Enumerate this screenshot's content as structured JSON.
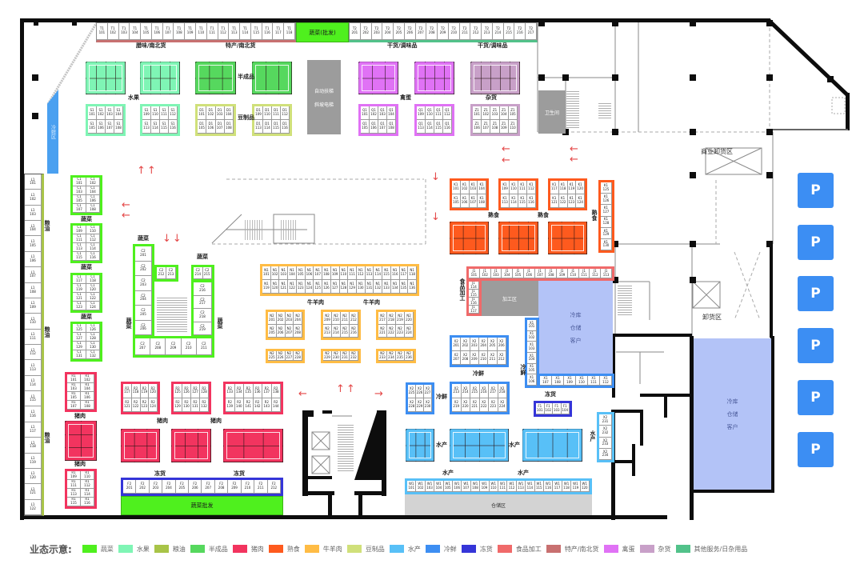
{
  "legend": {
    "title": "业态示意:",
    "items": [
      {
        "key": "veg",
        "label": "蔬菜",
        "color": "#4ff01e"
      },
      {
        "key": "fruit",
        "label": "水果",
        "color": "#7ff5b5"
      },
      {
        "key": "grain",
        "label": "粮油",
        "color": "#a8c448"
      },
      {
        "key": "semi",
        "label": "半成品",
        "color": "#56d85e"
      },
      {
        "key": "pork",
        "label": "猪肉",
        "color": "#f2345f"
      },
      {
        "key": "deli",
        "label": "熟食",
        "color": "#fe5a1e"
      },
      {
        "key": "beef",
        "label": "牛羊肉",
        "color": "#ffbc45"
      },
      {
        "key": "tofu",
        "label": "豆制品",
        "color": "#d0e07a"
      },
      {
        "key": "aquatic",
        "label": "水产",
        "color": "#58c0f7"
      },
      {
        "key": "chilled",
        "label": "冷鲜",
        "color": "#3d8ef2"
      },
      {
        "key": "frozen",
        "label": "冻货",
        "color": "#3535d8"
      },
      {
        "key": "processing",
        "label": "食品加工",
        "color": "#f06a6a"
      },
      {
        "key": "specialty",
        "label": "特产/南北货",
        "color": "#c87070"
      },
      {
        "key": "egg",
        "label": "禽蛋",
        "color": "#e072f5"
      },
      {
        "key": "grocery",
        "label": "杂货",
        "color": "#c8a0c8"
      },
      {
        "key": "other",
        "label": "其他服务/日杂用品",
        "color": "#52c28a"
      }
    ]
  },
  "plan_colors": {
    "cold_storage": "#b3c3f7",
    "facility": "#9c9c9c",
    "storage": "#d3d3d3",
    "arrow": "#e44848",
    "chilled_bar": "#4aa0f0"
  },
  "parking": {
    "label": "P",
    "color": "#3c8ef3"
  },
  "icons": {
    "arrow_left": "←",
    "arrow_right": "→",
    "arrow_down": "↓",
    "arrow_up_double": "↑↑",
    "arrow_down_double": "↓↓"
  },
  "labels": {
    "top_left_a": "腊味/南北货",
    "top_left_b": "特产/南北货",
    "top_right_a": "干货/调味品",
    "top_right_b": "干货/调味品",
    "veg_top": "蔬菜(批发)",
    "escalator": [
      "自动扶梯",
      "斜坡电梯"
    ],
    "semi": "半成品",
    "fruit": "水果",
    "tofu": "豆制品",
    "egg": "禽蛋",
    "grocery": "杂货",
    "toilet": "卫生间",
    "unloading": "商业卸货区",
    "unloading_2": "卸货区",
    "grain": "粮油",
    "chilled_bar": "冷鲜区",
    "veg": "蔬菜",
    "beef": "牛羊肉",
    "deli": "熟食",
    "processing": "食品加工",
    "processing_area": "加工区",
    "cold_storage": [
      "冷库",
      "仓储",
      "客户"
    ],
    "chilled": "冷鲜",
    "frozen": "冻货",
    "aquatic": "水产",
    "aquatic_storage": "仓储区",
    "pork": "猪肉",
    "veg_wholesale": "蔬菜批发"
  },
  "blocks": {
    "top_left": {
      "cat": "specialty",
      "prefix": "T1",
      "codes": "101 102 103 104 105 106 107 108 109 110 111 112 113 114 115 116 117 118"
    },
    "top_right": {
      "cat": "other",
      "prefix": "T2",
      "codes": "201 202 203 204 205 206 207 208 209 210 211 212 213 214 215 216 217"
    },
    "fruit_1": {
      "cat": "fruit",
      "prefix": "S1",
      "codes": "101 102 103 104 105 106 107 108"
    },
    "fruit_2": {
      "cat": "fruit",
      "prefix": "S1",
      "codes": "109 110 111 112 113 114 115 116"
    },
    "tofu_1": {
      "cat": "tofu",
      "prefix": "D1",
      "codes": "101 102 103 104 105 106 107 108"
    },
    "tofu_2": {
      "cat": "tofu",
      "prefix": "D1",
      "codes": "109 110 111 112 113 114 115 116"
    },
    "egg_1": {
      "cat": "egg",
      "prefix": "Q1",
      "codes": "101 102 103 104 105 106 107 108"
    },
    "egg_2": {
      "cat": "egg",
      "prefix": "Q1",
      "codes": "109 110 111 112 113 114 115 116"
    },
    "grocery_1": {
      "cat": "grocery",
      "prefix": "Z1",
      "codes": "101 102 103 104 105 106 107 108 109 110"
    },
    "grain_col": {
      "cat": "grain",
      "prefix": "L1",
      "codes": "101 102 103 104 105 106 107 108 109 110 111 112 113 114 115 116 117 118 119 120 121 122"
    },
    "veg_1": {
      "cat": "veg",
      "prefix": "C1",
      "codes": "101 102 103 104 105 106 107 108"
    },
    "veg_2": {
      "cat": "veg",
      "prefix": "C1",
      "codes": "109 110 111 112 113 114 115 116"
    },
    "veg_3": {
      "cat": "veg",
      "prefix": "C1",
      "codes": "117 118 119 120 121 122 123 124"
    },
    "veg_4": {
      "cat": "veg",
      "prefix": "C1",
      "codes": "125 126 127 128 129 130 131 132"
    },
    "veg_u_left": {
      "cat": "veg",
      "prefix": "C2",
      "codes": "201 202 203 204 205 206"
    },
    "veg_u_bottom": {
      "cat": "veg",
      "prefix": "C2",
      "codes": "207 208 209 210 211"
    },
    "veg_u_top": {
      "cat": "veg",
      "prefix": "C2",
      "codes": "212 213"
    },
    "veg_u_right_top": {
      "cat": "veg",
      "prefix": "C2",
      "codes": "214 215"
    },
    "veg_u_right": {
      "cat": "veg",
      "prefix": "C2",
      "codes": "216 217 218 219"
    },
    "beef_row": {
      "cat": "beef",
      "prefix": "N1",
      "codes": "101 102 103 104 105 106 107 108 109 110 111 112 113 114 115 116 117 118 119 120 121 122 123 124 125 126 127 128 129 130 131 132 133 134 135 136"
    },
    "beef_1": {
      "cat": "beef",
      "prefix": "N2",
      "codes": "201 202 203 204 205 206 207 208"
    },
    "beef_2": {
      "cat": "beef",
      "prefix": "N2",
      "codes": "209 210 211 212 213 214 215 216"
    },
    "beef_3": {
      "cat": "beef",
      "prefix": "N2",
      "codes": "217 218 219 220 221 222 223 224"
    },
    "beef_4": {
      "cat": "beef",
      "prefix": "N2",
      "codes": "225 226 227 228"
    },
    "beef_5": {
      "cat": "beef",
      "prefix": "N2",
      "codes": "229 230 231 232"
    },
    "beef_6": {
      "cat": "beef",
      "prefix": "N2",
      "codes": "233 234 235 236"
    },
    "deli_1": {
      "cat": "deli",
      "prefix": "K1",
      "codes": "101 102 103 104 105 106 107 108"
    },
    "deli_2": {
      "cat": "deli",
      "prefix": "K1",
      "codes": "109 110 111 112 113 114 115 116"
    },
    "deli_3": {
      "cat": "deli",
      "prefix": "K1",
      "codes": "117 118 119 120 121 122 123 124"
    },
    "deli_col": {
      "cat": "deli",
      "prefix": "K1",
      "codes": "125 126 127 128 129 130"
    },
    "proc_top": {
      "cat": "processing",
      "prefix": "J1",
      "codes": "101 102 103 104 105 106 107 108 109 110 111 112 113"
    },
    "proc_left": {
      "cat": "processing",
      "prefix": "J1",
      "codes": "114 115 116 117"
    },
    "chilled_col": {
      "cat": "chilled",
      "prefix": "X1",
      "codes": "101 102 103 104 105 106"
    },
    "chilled_under": {
      "cat": "chilled",
      "prefix": "X1",
      "codes": "107 108 109 110 111 112"
    },
    "chilled_1": {
      "cat": "chilled",
      "prefix": "X2",
      "codes": "201 202 203 204 205 206 207 208 209 210 211 212"
    },
    "chilled_2": {
      "cat": "chilled",
      "prefix": "X2",
      "codes": "213 214 215 216 217 218 219 220 221 222 223 224"
    },
    "chilled_3": {
      "cat": "chilled",
      "prefix": "X2",
      "codes": "225 226 227 228 229 230"
    },
    "frozen_small": {
      "cat": "frozen",
      "prefix": "F1",
      "codes": "101 102 103 104"
    },
    "chilled_right": {
      "cat": "aquatic",
      "prefix": "X2",
      "codes": "231 232 233 234"
    },
    "aquatic_row": {
      "cat": "aquatic",
      "prefix": "W1",
      "codes": "101 102 103 104 105 106 107 108 109 110 111 112 113 114 115 116 117 118 119 120"
    },
    "pork_1": {
      "cat": "pork",
      "prefix": "R1",
      "codes": "101 102 103 104 105 106 107 108"
    },
    "pork_2": {
      "cat": "pork",
      "prefix": "R1",
      "codes": "109 110 111 112 113 114 115 116"
    },
    "pork_3": {
      "cat": "pork",
      "prefix": "R2",
      "codes": "117 118 119 120 121 122 123 124"
    },
    "pork_4": {
      "cat": "pork",
      "prefix": "R2",
      "codes": "125 126 127 128 129 130 131 132"
    },
    "pork_5": {
      "cat": "pork",
      "prefix": "R2",
      "codes": "133 134 135 136 137 138 139 140 141 142 143 144"
    },
    "frozen_row": {
      "cat": "frozen",
      "prefix": "F2",
      "codes": "201 202 203 204 205 206 207 208 209 210 211 212"
    }
  },
  "solids": {
    "veg_top": {
      "cat": "veg"
    },
    "fruit_s1": {
      "cat": "fruit"
    },
    "fruit_s2": {
      "cat": "fruit"
    },
    "semi_s1": {
      "cat": "semi"
    },
    "semi_s2": {
      "cat": "semi"
    },
    "egg_s1": {
      "cat": "egg"
    },
    "egg_s2": {
      "cat": "egg"
    },
    "grocery_s1": {
      "cat": "grocery"
    },
    "deli_s1": {
      "cat": "deli"
    },
    "deli_s2": {
      "cat": "deli"
    },
    "deli_s3": {
      "cat": "deli"
    },
    "pork_s1": {
      "cat": "pork"
    },
    "pork_s2": {
      "cat": "pork"
    },
    "pork_s3": {
      "cat": "pork"
    },
    "pork_s4": {
      "cat": "pork"
    },
    "aquatic_s1": {
      "cat": "aquatic"
    },
    "aquatic_s2": {
      "cat": "aquatic"
    },
    "aquatic_s3": {
      "cat": "aquatic"
    },
    "veg_bottom": {
      "cat": "veg"
    }
  }
}
